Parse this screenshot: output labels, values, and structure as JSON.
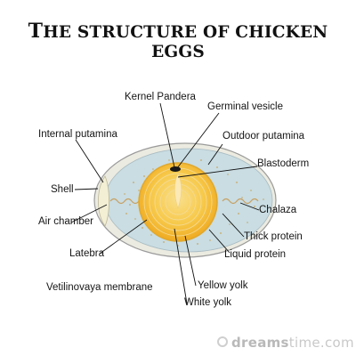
{
  "title": {
    "first_letter": "T",
    "rest": "HE STRUCTURE OF CHICKEN EGGS"
  },
  "labels": {
    "kernel_pandera": "Kernel Pandera",
    "germinal_vesicle": "Germinal vesicle",
    "internal_putamina": "Internal putamina",
    "outdoor_putamina": "Outdoor putamina",
    "blastoderm": "Blastoderm",
    "shell": "Shell",
    "chalaza": "Chalaza",
    "air_chamber": "Air chamber",
    "thick_protein": "Thick protein",
    "latebra": "Latebra",
    "liquid_protein": "Liquid protein",
    "vitelline_membrane": "Vetilinovaya membrane",
    "yellow_yolk": "Yellow yolk",
    "white_yolk": "White yolk"
  },
  "watermark": {
    "bold": "dreams",
    "light": "time.com"
  },
  "colors": {
    "shell_fill": "#ecebe1",
    "albumen_fill": "#c9dde3",
    "air_chamber_fill": "#f2efd4",
    "yolk_outer": "#f2b01e",
    "yolk_inner": "#f7d26e",
    "speckle": "#c9a35e",
    "leader_line": "#111111"
  }
}
